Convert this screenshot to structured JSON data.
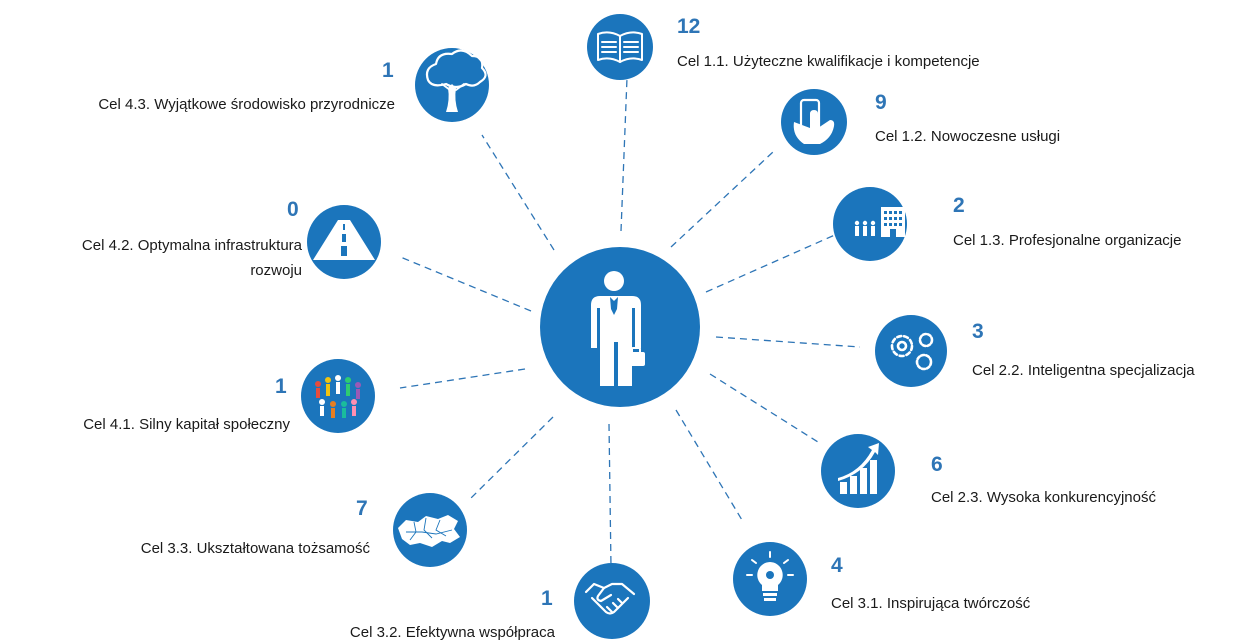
{
  "center": {
    "icon": "businessman-icon",
    "color": "#1b75bc"
  },
  "accent_color": "#2e75b6",
  "goals": [
    {
      "id": "c11",
      "count": "12",
      "label": "Cel 1.1. Użyteczne kwalifikacje i kompetencje",
      "icon": "book-icon"
    },
    {
      "id": "c12",
      "count": "9",
      "label": "Cel 1.2. Nowoczesne usługi",
      "icon": "smartphone-hand-icon"
    },
    {
      "id": "c13",
      "count": "2",
      "label": "Cel 1.3. Profesjonalne organizacje",
      "icon": "building-people-icon"
    },
    {
      "id": "c22",
      "count": "3",
      "label": "Cel 2.2. Inteligentna specjalizacja",
      "icon": "gears-icon"
    },
    {
      "id": "c23",
      "count": "6",
      "label": "Cel 2.3. Wysoka konkurencyjność",
      "icon": "growth-chart-icon"
    },
    {
      "id": "c31",
      "count": "4",
      "label": "Cel 3.1. Inspirująca twórczość",
      "icon": "lightbulb-icon"
    },
    {
      "id": "c32",
      "count": "1",
      "label": "Cel 3.2. Efektywna współpraca",
      "icon": "handshake-icon"
    },
    {
      "id": "c33",
      "count": "7",
      "label": "Cel 3.3. Ukształtowana tożsamość",
      "icon": "region-map-icon"
    },
    {
      "id": "c41",
      "count": "1",
      "label": "Cel 4.1. Silny kapitał społeczny",
      "icon": "crowd-icon"
    },
    {
      "id": "c42",
      "count": "0",
      "label_lines": [
        "Cel 4.2. Optymalna infrastruktura",
        "rozwoju"
      ],
      "icon": "road-icon"
    },
    {
      "id": "c43",
      "count": "1",
      "label": "Cel 4.3. Wyjątkowe środowisko przyrodnicze",
      "icon": "tree-icon"
    }
  ]
}
